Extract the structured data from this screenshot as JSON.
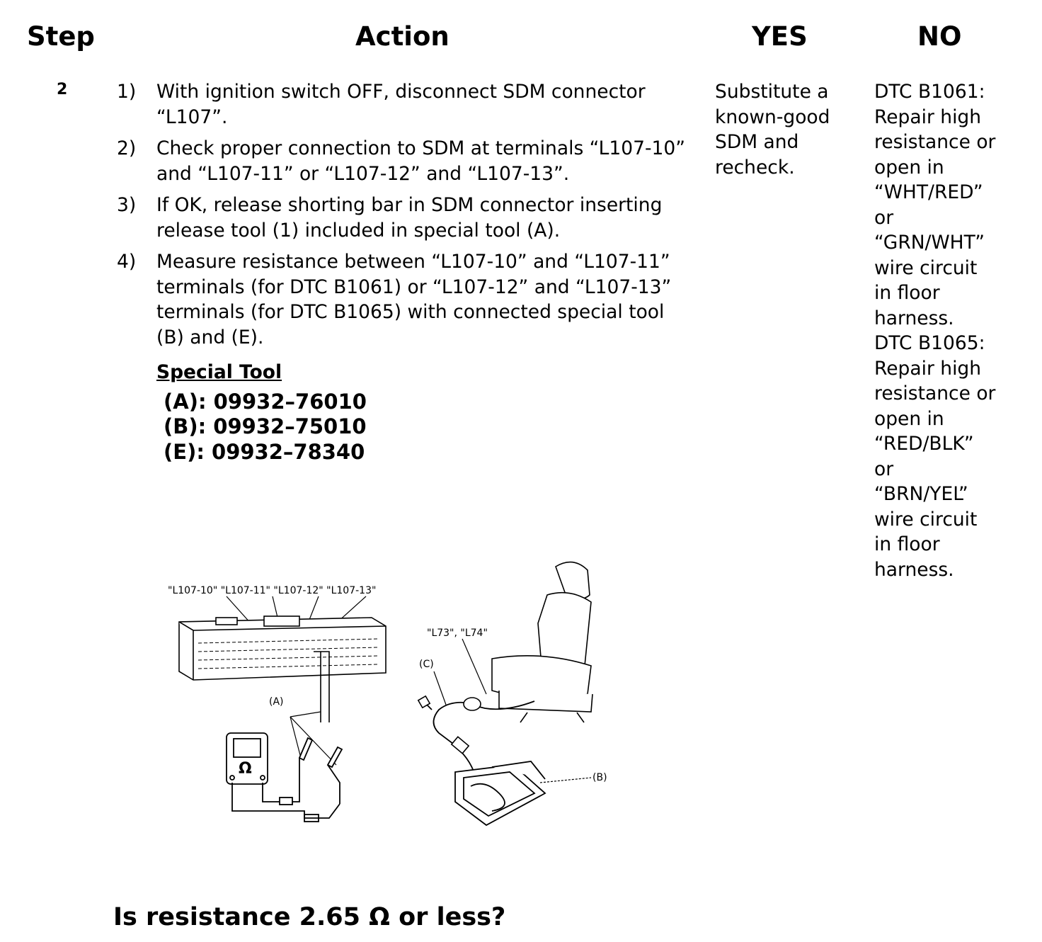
{
  "headers": {
    "step": "Step",
    "action": "Action",
    "yes": "YES",
    "no": "NO"
  },
  "step": "2",
  "actions": [
    {
      "num": "1)",
      "text": "With ignition switch OFF, disconnect SDM connector “L107”."
    },
    {
      "num": "2)",
      "text": "Check proper connection to SDM at terminals “L107-10” and “L107-11” or “L107-12” and “L107-13”."
    },
    {
      "num": "3)",
      "text": "If OK, release shorting bar in SDM connector inserting release tool (1) included in special tool (A)."
    },
    {
      "num": "4)",
      "text": "Measure resistance between “L107-10” and “L107-11” terminals (for DTC B1061) or “L107-12” and “L107-13” terminals (for DTC B1065) with connected special tool (B) and (E)."
    }
  ],
  "special_tool": {
    "title": "Special Tool",
    "items": [
      "(A): 09932–76010",
      "(B): 09932–75010",
      "(E): 09932–78340"
    ]
  },
  "yes_text": [
    "Substitute a",
    "known-good",
    "SDM and",
    "recheck."
  ],
  "no_text": [
    "DTC B1061:",
    "Repair high",
    "resistance or",
    "open in",
    "“WHT/RED”",
    "or",
    "“GRN/WHT”",
    "wire circuit",
    "in floor",
    "harness.",
    "DTC B1065:",
    "Repair high",
    "resistance or",
    "open in",
    "“RED/BLK”",
    "or",
    "“BRN/YEL”",
    "wire circuit",
    "in floor",
    "harness."
  ],
  "figure": {
    "terminal_labels": "\"L107-10\" \"L107-11\" \"L107-12\" \"L107-13\"",
    "connector_labels": "\"L73\", \"L74\"",
    "label_a": "(A)",
    "label_b": "(B)",
    "label_c": "(C)",
    "ohm_symbol": "Ω"
  },
  "question": "Is resistance 2.65 Ω or less?"
}
